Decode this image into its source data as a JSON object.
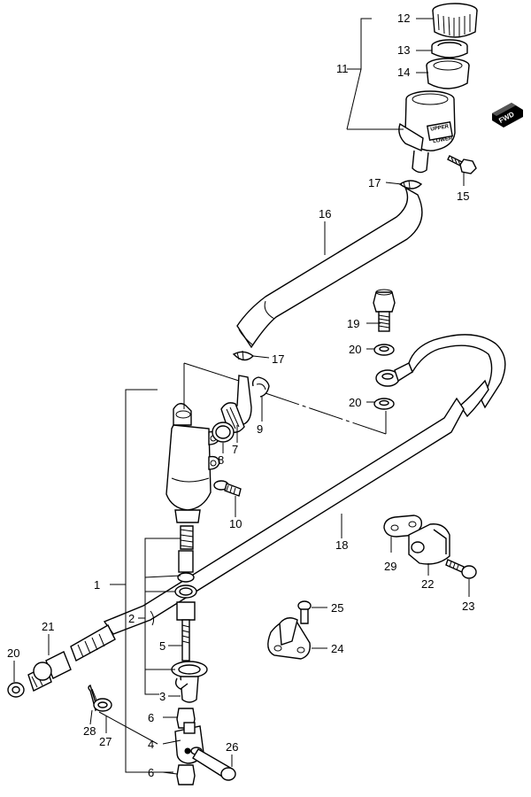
{
  "diagram": {
    "fwd_label": "FWD",
    "reservoir_decal": [
      "UPPER",
      "LOWER"
    ],
    "callouts": {
      "c1": "1",
      "c2": "2",
      "c3": "3",
      "c4": "4",
      "c5": "5",
      "c6a": "6",
      "c6b": "6",
      "c7": "7",
      "c8": "8",
      "c9": "9",
      "c10": "10",
      "c11": "11",
      "c12": "12",
      "c13": "13",
      "c14": "14",
      "c15": "15",
      "c16": "16",
      "c17a": "17",
      "c17b": "17",
      "c18": "18",
      "c19": "19",
      "c20a": "20",
      "c20b": "20",
      "c20c": "20",
      "c21": "21",
      "c22": "22",
      "c23": "23",
      "c24": "24",
      "c25": "25",
      "c26": "26",
      "c27": "27",
      "c28": "28",
      "c29": "29"
    }
  }
}
